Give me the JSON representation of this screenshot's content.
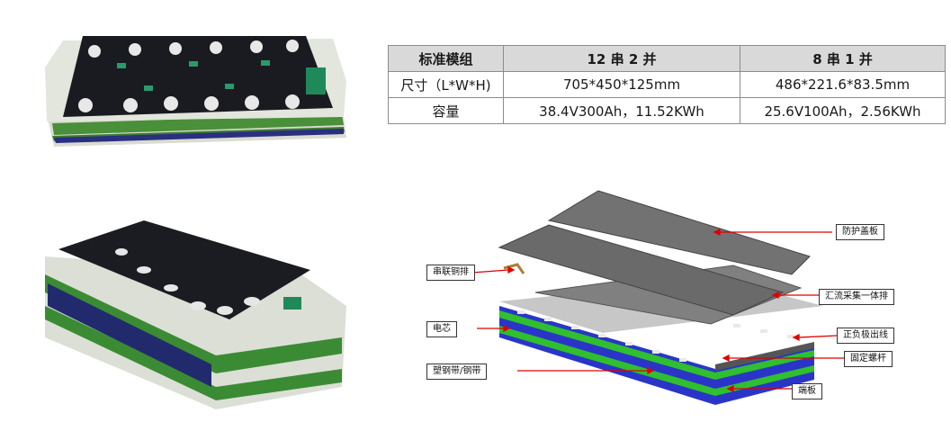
{
  "table": {
    "headers": [
      "标准模组",
      "12 串 2 并",
      "8 串 1 并"
    ],
    "rows": [
      [
        "尺寸（L*W*H)",
        "705*450*125mm",
        "486*221.6*83.5mm"
      ],
      [
        "容量",
        "38.4V300Ah，11.52KWh",
        "25.6V100Ah，2.56KWh"
      ]
    ]
  },
  "diagram": {
    "labels": {
      "cover": "防护盖板",
      "busbar": "串联铜排",
      "collector": "汇流采集一体排",
      "cell": "电芯",
      "terminal": "正负极出线",
      "strap": "塑钢带/钢带",
      "screw": "固定螺杆",
      "endplate": "端板"
    }
  },
  "colors": {
    "callout_arrow": "#e00000",
    "cell_blue": "#2a35c8",
    "strap_green": "#2fbf2f",
    "cover_gray": "#707070",
    "header_bg": "#d9d9d9"
  }
}
